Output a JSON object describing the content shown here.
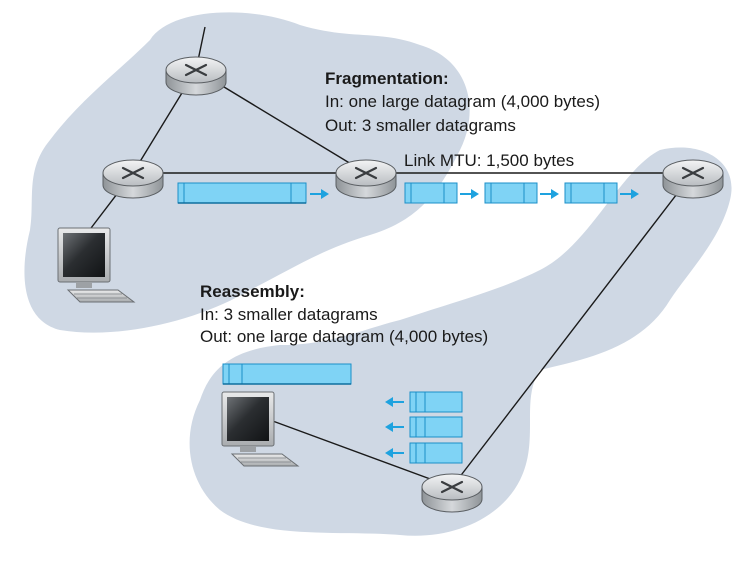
{
  "fragmentation": {
    "heading": "Fragmentation:",
    "in_text": "In: one large datagram (4,000 bytes)",
    "out_text": "Out: 3 smaller datagrams"
  },
  "link": {
    "mtu_text": "Link MTU: 1,500 bytes"
  },
  "reassembly": {
    "heading": "Reassembly:",
    "in_text": "In: 3 smaller datagrams",
    "out_text": "Out: one large datagram (4,000 bytes)"
  },
  "colors": {
    "cloud": "#cfd8e4",
    "datagram": "#7fd3f5",
    "datagram_stroke": "#1b8fc8",
    "arrow": "#1ea2df",
    "router": "#c7cacd"
  },
  "icons": {
    "router": "router-icon",
    "host": "computer-icon"
  }
}
